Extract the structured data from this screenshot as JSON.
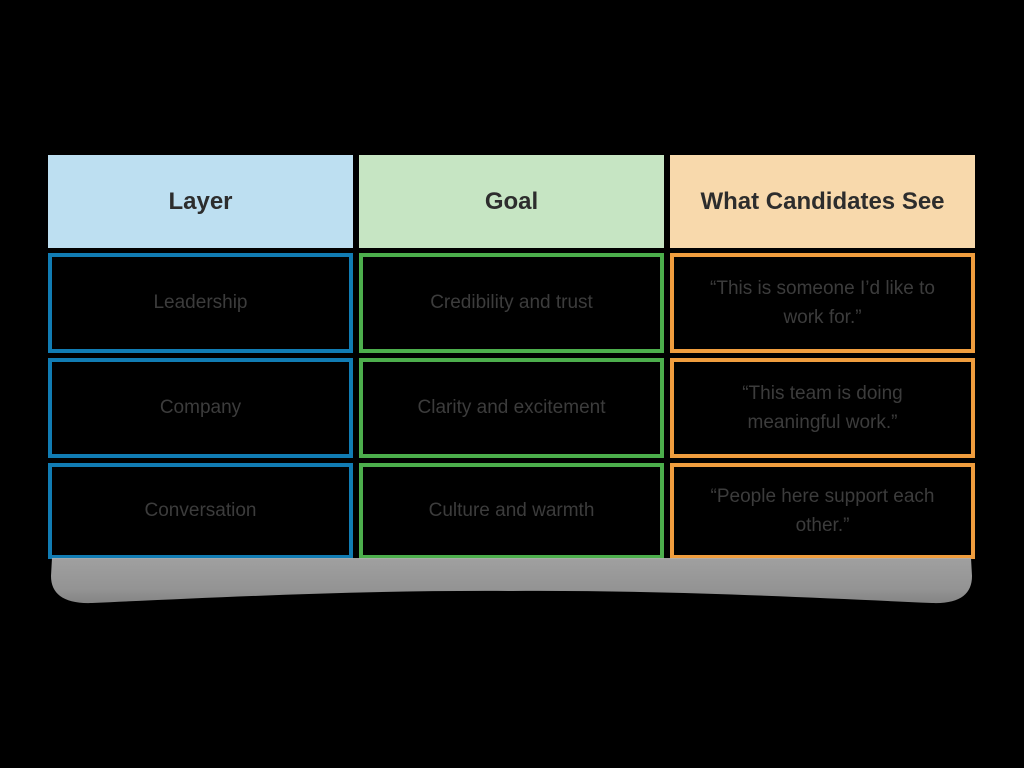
{
  "colors": {
    "background": "#000000",
    "blue_header_bg": "#bddff1",
    "green_header_bg": "#c6e5c3",
    "orange_header_bg": "#f8d9ac",
    "blue_border": "#117cb3",
    "green_border": "#4cae4c",
    "orange_border": "#ef9d3e",
    "header_text": "#2d2d2d",
    "cell_text": "#3c3c3c",
    "shadow_gray": "#a3a3a3"
  },
  "table": {
    "headers": [
      "Layer",
      "Goal",
      "What Candidates See"
    ],
    "rows": [
      {
        "layer": "Leadership",
        "goal": "Credibility and trust",
        "sees": "“This is someone I’d like to work for.”"
      },
      {
        "layer": "Company",
        "goal": "Clarity and excitement",
        "sees": "“This team is doing meaningful work.”"
      },
      {
        "layer": "Conversation",
        "goal": "Culture and warmth",
        "sees": "“People here support each other.”"
      }
    ]
  }
}
